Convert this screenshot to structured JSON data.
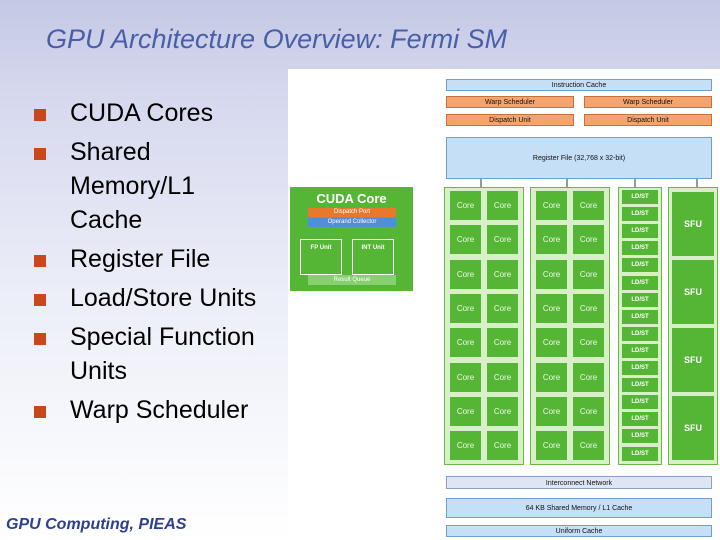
{
  "title": "GPU Architecture Overview: Fermi SM",
  "bullets": [
    "CUDA Cores",
    "Shared Memory/L1 Cache",
    "Register File",
    "Load/Store Units",
    "Special Function Units",
    "Warp Scheduler"
  ],
  "footer": "GPU Computing, PIEAS",
  "cuda_core": {
    "title": "CUDA Core",
    "dispatch_port": "Dispatch Port",
    "operand_collector": "Operand Collector",
    "fp_unit": "FP Unit",
    "int_unit": "INT Unit",
    "result_queue": "Result Queue"
  },
  "sm": {
    "instruction_cache": "Instruction Cache",
    "warp_scheduler": "Warp Scheduler",
    "dispatch_unit": "Dispatch Unit",
    "register_file": "Register File (32,768 x 32-bit)",
    "core_label": "Core",
    "ldst_label": "LD/ST",
    "sfu_label": "SFU",
    "interconnect": "Interconnect Network",
    "shared_memory": "64 KB Shared Memory / L1 Cache",
    "uniform_cache": "Uniform Cache"
  },
  "colors": {
    "title": "#4a5ea8",
    "bullet": "#c8481c",
    "core_green": "#55b534",
    "scheduler_orange": "#f4a46e",
    "cache_blue": "#c5dff6"
  }
}
